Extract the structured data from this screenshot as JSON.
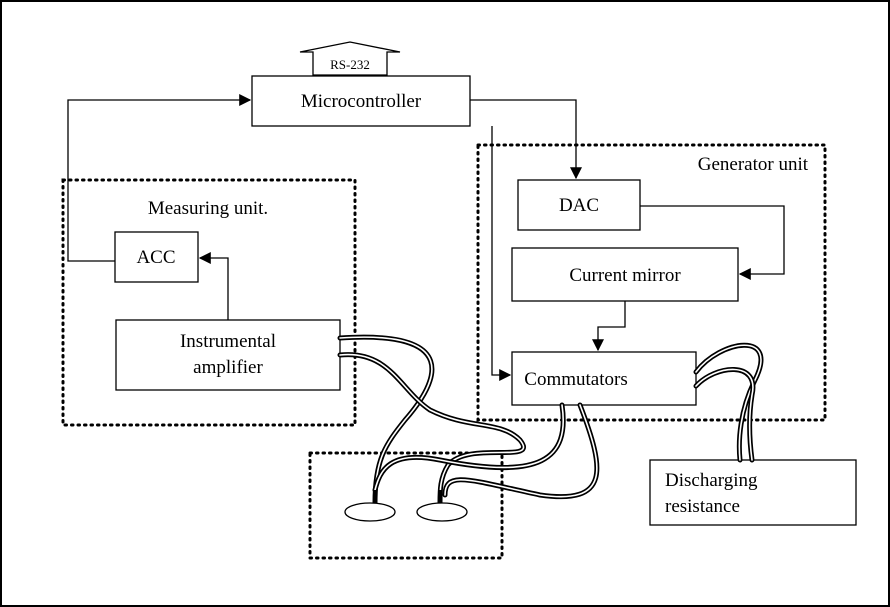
{
  "diagram": {
    "io_label": "RS-232",
    "microcontroller": "Microcontroller",
    "measuring_unit": "Measuring unit.",
    "acc": "ACC",
    "instrumental_amplifier": [
      "Instrumental",
      "amplifier"
    ],
    "generator_unit": "Generator unit",
    "dac": "DAC",
    "current_mirror": "Current mirror",
    "commutators": "Commutators",
    "discharging_resistance": [
      "Discharging",
      "resistance"
    ]
  }
}
